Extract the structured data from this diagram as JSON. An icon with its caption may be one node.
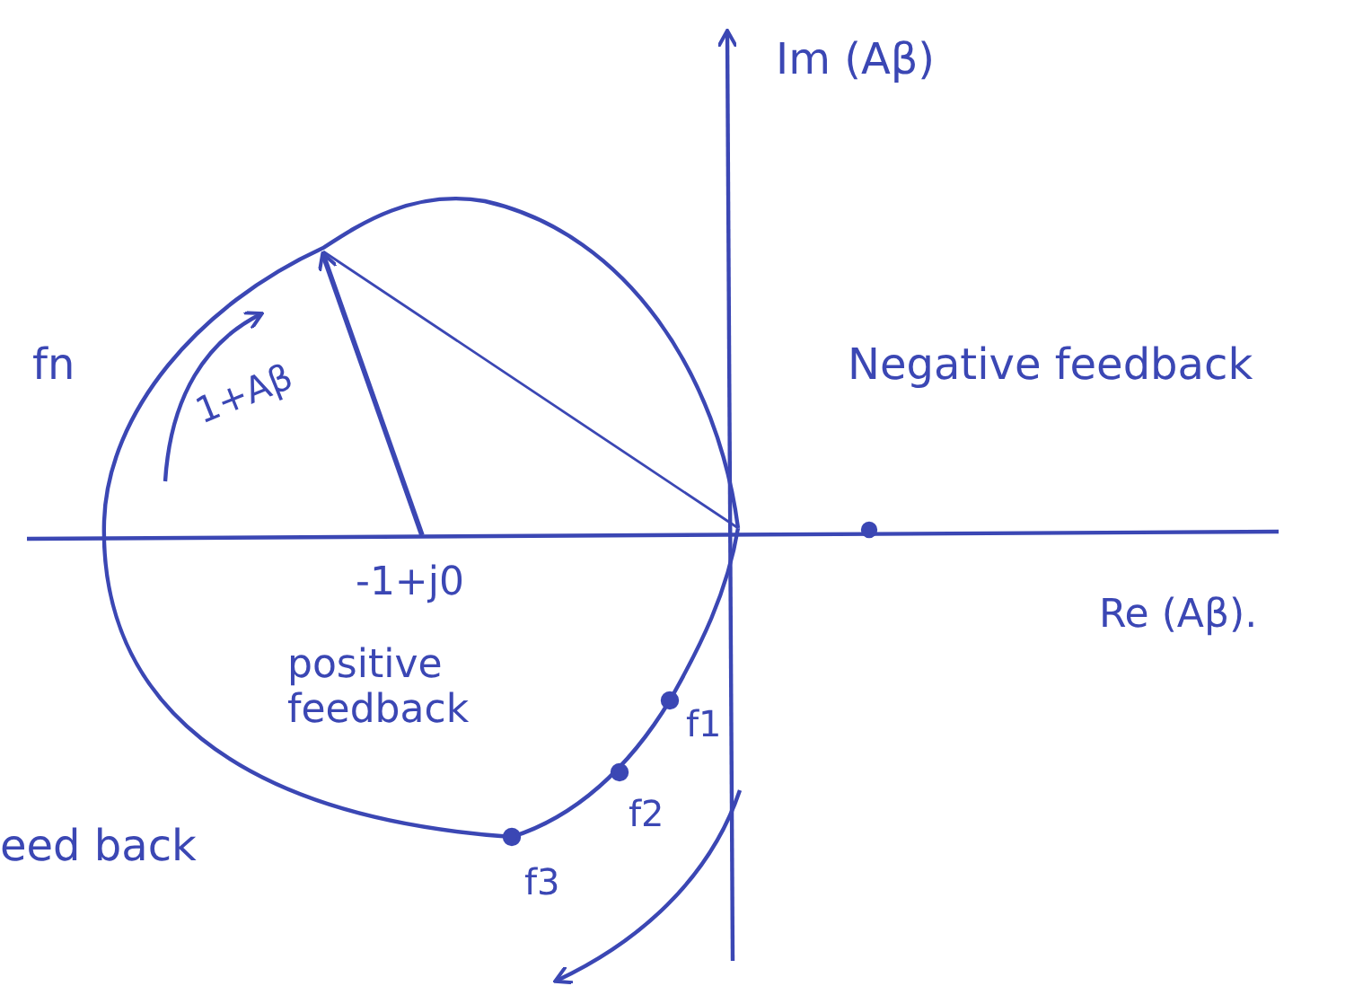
{
  "diagram": {
    "labels": [
      "Im (Aβ)",
      "fn",
      "1+Aβ",
      "Negative feedback",
      "-1+j0",
      "Re (Aβ).",
      "positive feedback",
      "f1",
      "f2",
      "eed back",
      "f3"
    ]
  }
}
